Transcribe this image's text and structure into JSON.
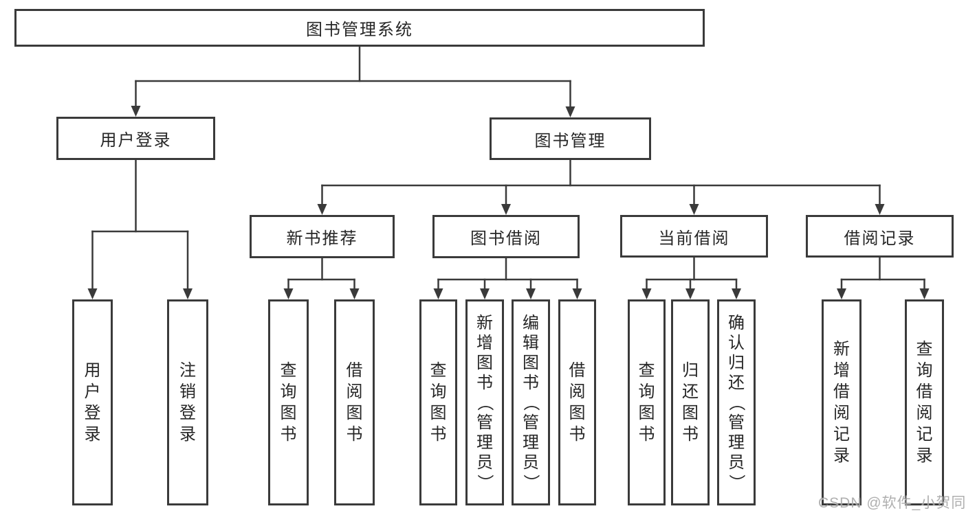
{
  "diagram": {
    "title": "图书管理系统",
    "nodes": [
      {
        "id": "root",
        "label": "图书管理系统",
        "parent": null
      },
      {
        "id": "user-login",
        "label": "用户登录",
        "parent": "root"
      },
      {
        "id": "book-mgmt",
        "label": "图书管理",
        "parent": "root"
      },
      {
        "id": "login",
        "label": "用户登录",
        "parent": "user-login"
      },
      {
        "id": "logout",
        "label": "注销登录",
        "parent": "user-login"
      },
      {
        "id": "new-book-rec",
        "label": "新书推荐",
        "parent": "book-mgmt"
      },
      {
        "id": "book-borrow",
        "label": "图书借阅",
        "parent": "book-mgmt"
      },
      {
        "id": "current-borrow",
        "label": "当前借阅",
        "parent": "book-mgmt"
      },
      {
        "id": "borrow-record",
        "label": "借阅记录",
        "parent": "book-mgmt"
      },
      {
        "id": "nbr-query",
        "label": "查询图书",
        "parent": "new-book-rec"
      },
      {
        "id": "nbr-borrow",
        "label": "借阅图书",
        "parent": "new-book-rec"
      },
      {
        "id": "bb-query",
        "label": "查询图书",
        "parent": "book-borrow"
      },
      {
        "id": "bb-add",
        "label": "新增图书（管理员）",
        "parent": "book-borrow"
      },
      {
        "id": "bb-edit",
        "label": "编辑图书（管理员）",
        "parent": "book-borrow"
      },
      {
        "id": "bb-borrow",
        "label": "借阅图书",
        "parent": "book-borrow"
      },
      {
        "id": "cb-query",
        "label": "查询图书",
        "parent": "current-borrow"
      },
      {
        "id": "cb-return",
        "label": "归还图书",
        "parent": "current-borrow"
      },
      {
        "id": "cb-confirm",
        "label": "确认归还（管理员）",
        "parent": "current-borrow"
      },
      {
        "id": "br-add",
        "label": "新增借阅记录",
        "parent": "borrow-record"
      },
      {
        "id": "br-query",
        "label": "查询借阅记录",
        "parent": "borrow-record"
      }
    ]
  },
  "watermark": {
    "text": "CSDN @软件_小贺同学"
  },
  "colors": {
    "line": "#3a3a3a",
    "text": "#262626",
    "watermark": "#a2a2a2"
  }
}
